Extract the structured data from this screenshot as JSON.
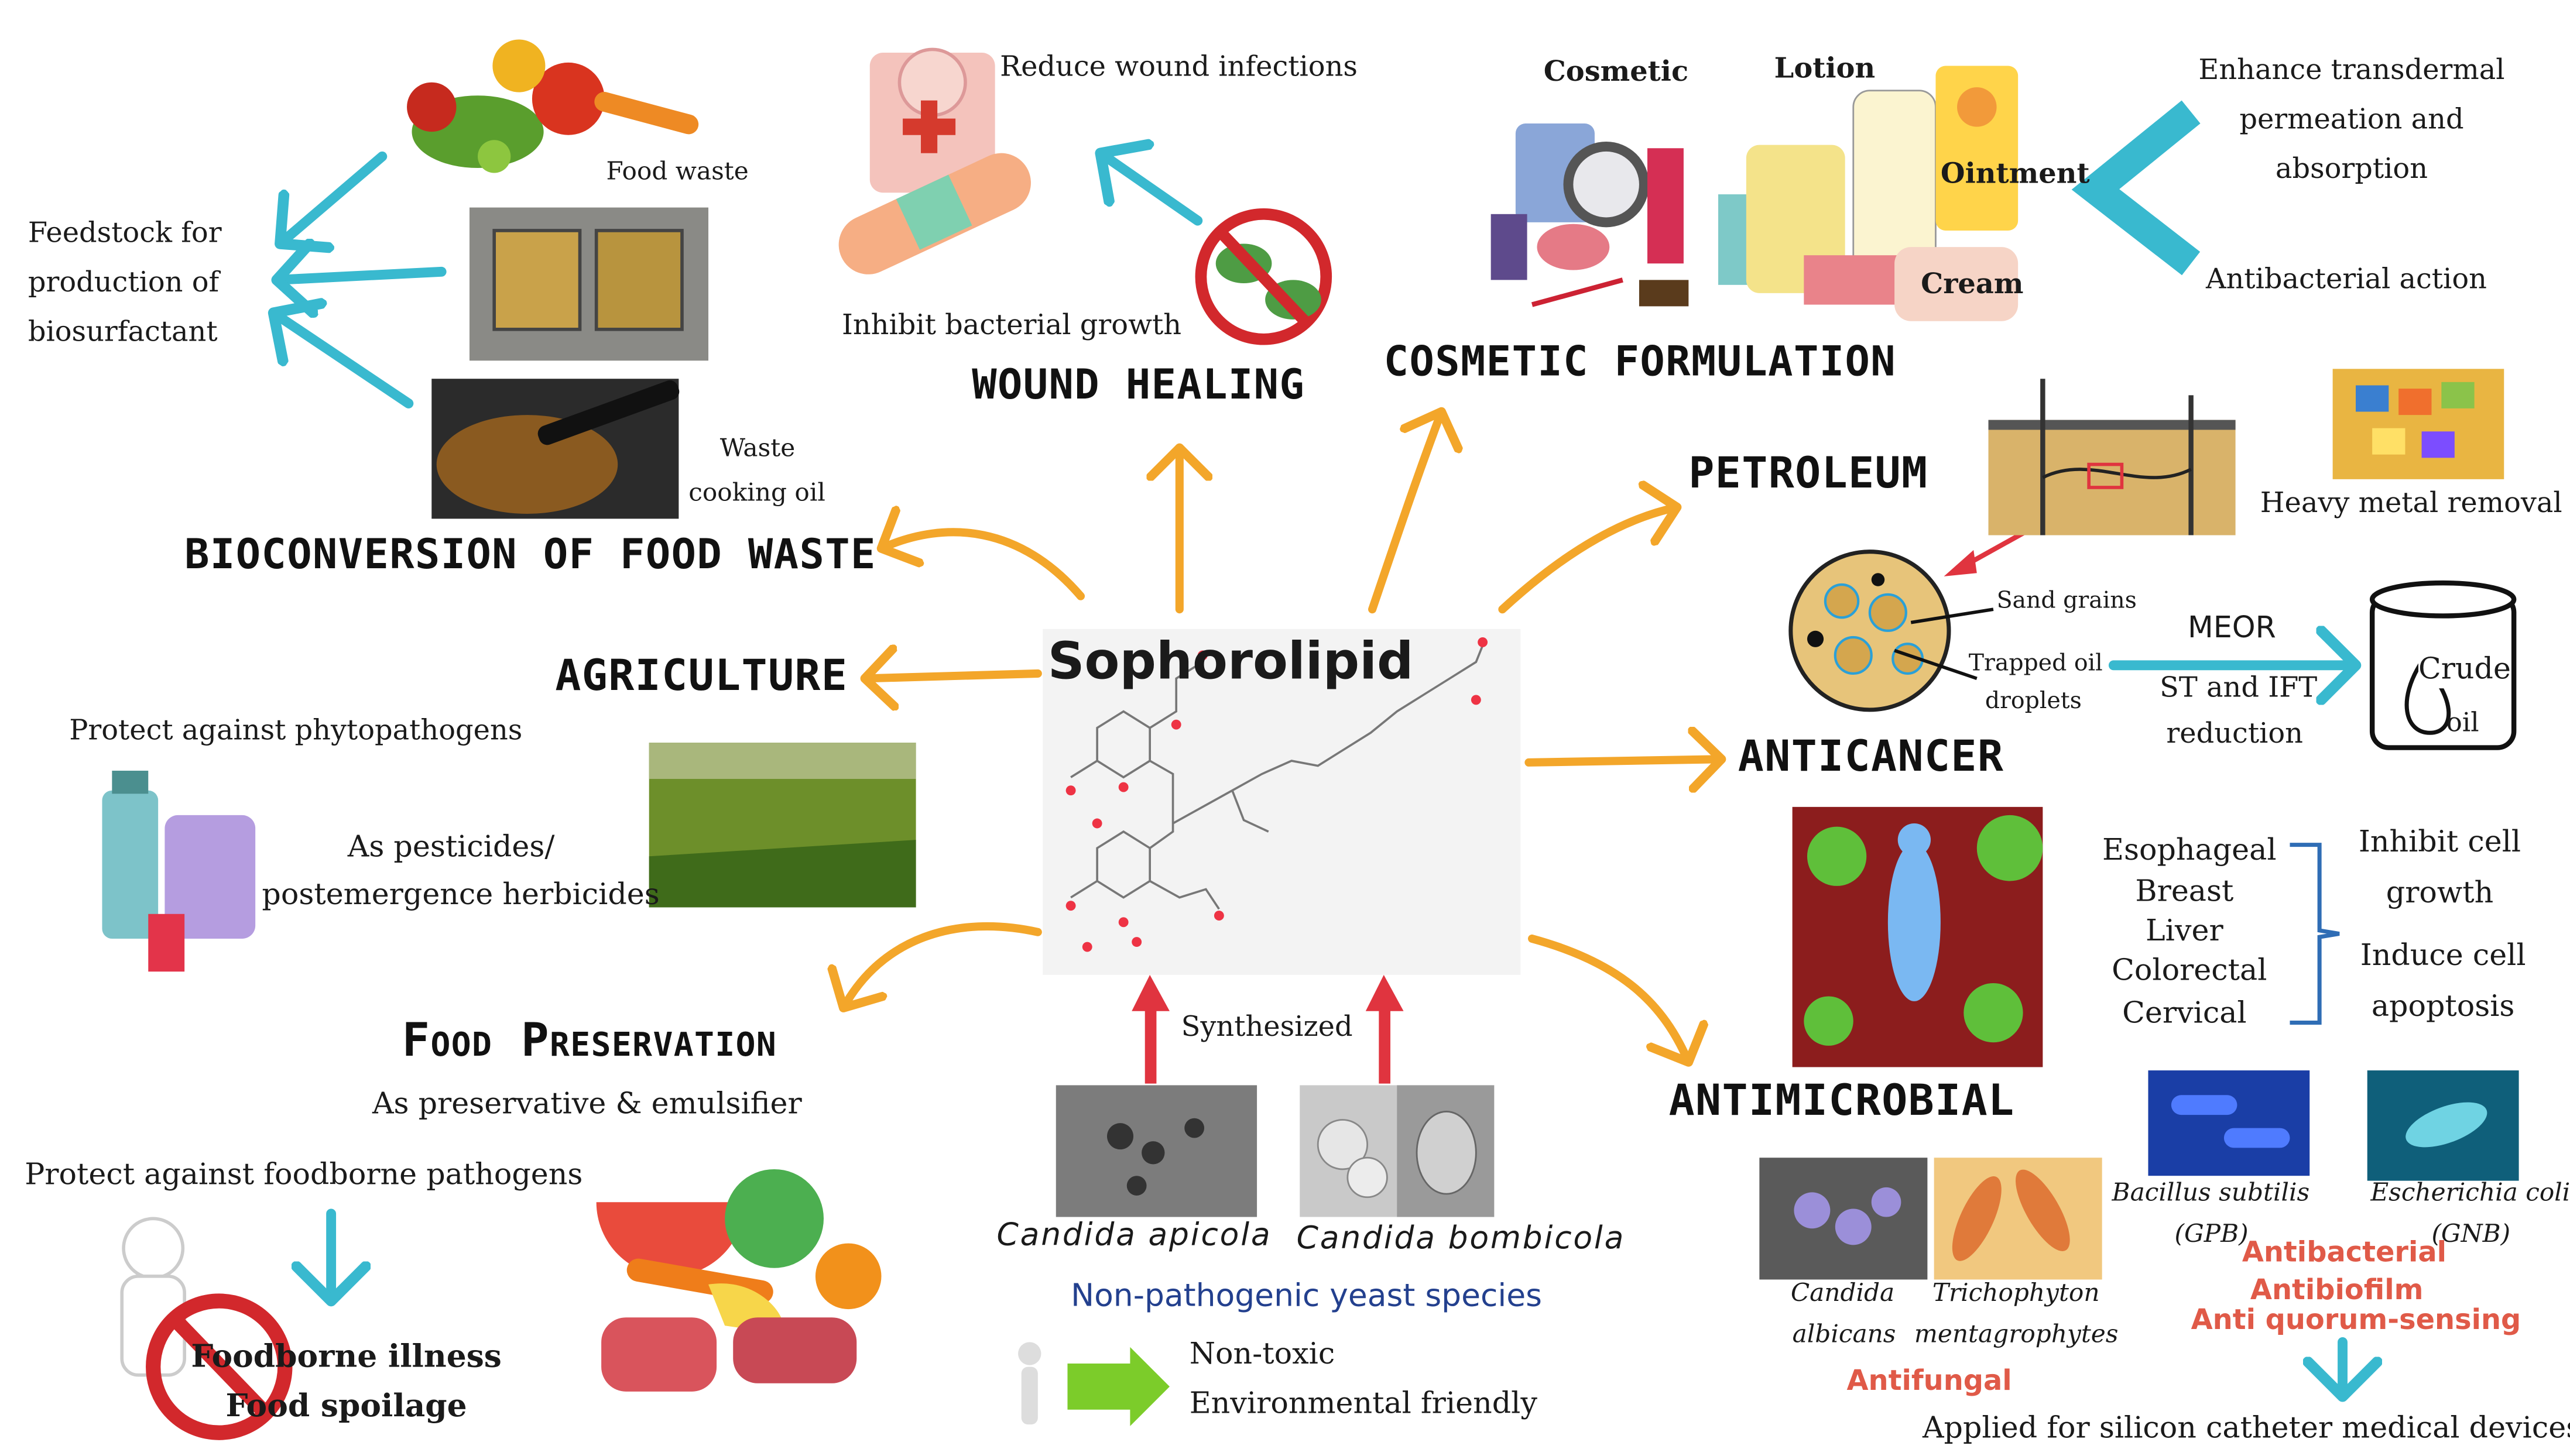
{
  "center": {
    "title": "Sophorolipid",
    "synthesized": "Synthesized"
  },
  "yeast": {
    "species1": "Candida apicola",
    "species2": "Candida bombicola",
    "group": "Non-pathogenic yeast species",
    "prop1": "Non-toxic",
    "prop2": "Environmental friendly"
  },
  "food_waste": {
    "heading": "BIOCONVERSION OF FOOD WASTE",
    "label_food_waste": "Food waste",
    "label_oil_1": "Waste",
    "label_oil_2": "cooking oil",
    "feedstock": [
      "Feedstock for",
      "production of",
      "biosurfactant"
    ]
  },
  "wound": {
    "heading": "WOUND HEALING",
    "reduce": "Reduce wound infections",
    "inhibit": "Inhibit bacterial growth"
  },
  "cosmetic": {
    "heading": "COSMETIC FORMULATION",
    "cosmetic": "Cosmetic",
    "lotion": "Lotion",
    "ointment": "Ointment",
    "cream": "Cream",
    "enhance": [
      "Enhance transdermal",
      "permeation and",
      "absorption"
    ],
    "antibacterial": "Antibacterial action"
  },
  "petroleum": {
    "heading": "PETROLEUM",
    "heavy_metal": "Heavy metal removal",
    "sand": "Sand grains",
    "trapped": [
      "Trapped oil",
      "droplets"
    ],
    "meor": "MEOR",
    "st_ift": [
      "ST and IFT",
      "reduction"
    ],
    "crude": [
      "Crude",
      "oil"
    ]
  },
  "agriculture": {
    "heading": "AGRICULTURE",
    "protect": "Protect against phytopathogens",
    "pesticides": [
      "As pesticides/",
      "postemergence herbicides"
    ]
  },
  "anticancer": {
    "heading": "ANTICANCER",
    "cancers": [
      "Esophageal",
      "Breast",
      "Liver",
      "Colorectal",
      "Cervical"
    ],
    "effects": [
      "Inhibit cell",
      "growth",
      "Induce cell",
      "apoptosis"
    ]
  },
  "food_preservation": {
    "heading": "Food Preservation",
    "use": "As preservative & emulsifier",
    "protect": "Protect against foodborne pathogens",
    "illness": "Foodborne illness",
    "spoilage": "Food spoilage"
  },
  "antimicrobial": {
    "heading": "ANTIMICROBIAL",
    "bacillus": "Bacillus subtilis",
    "gpb": "(GPB)",
    "ecoli": "Escherichia coli",
    "gnb": "(GNB)",
    "candida_1": "Candida",
    "candida_2": "albicans",
    "tricho_1": "Trichophyton",
    "tricho_2": "mentagrophytes",
    "antifungal": "Antifungal",
    "antibacterial": "Antibacterial",
    "antibiofilm": "Antibiofilm",
    "antiquorum": "Anti quorum-sensing",
    "applied": "Applied for silicon catheter medical devices"
  },
  "colors": {
    "orange_arrow": "#f3a62a",
    "teal_arrow": "#39b9cf",
    "red_arrow": "#e0343f",
    "red_text": "#e05a48",
    "blue_text": "#23408e",
    "bracket": "#2f6db5"
  }
}
